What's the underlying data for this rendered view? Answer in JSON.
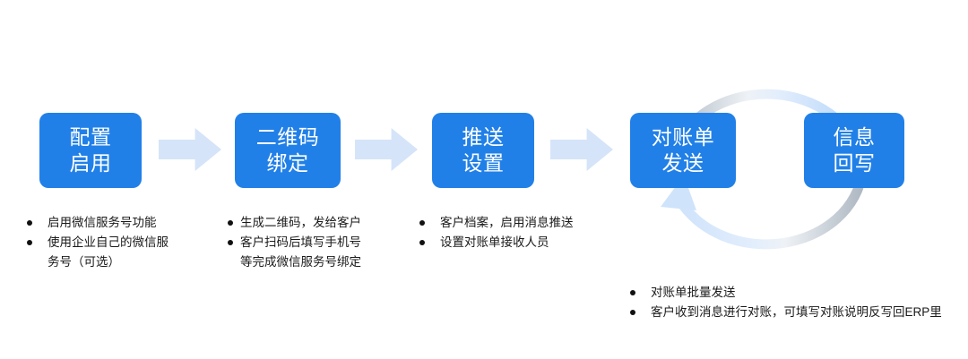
{
  "diagram": {
    "type": "process-flow-with-cycle",
    "background_color": "#ffffff",
    "accent_color": "#2180e8",
    "arrow_color": "#d5e4f9",
    "cycle_arc_gray": "#aeb8c2",
    "steps": [
      {
        "id": "step-1",
        "line1": "配置",
        "line2": "启用"
      },
      {
        "id": "step-2",
        "line1": "二维码",
        "line2": "绑定"
      },
      {
        "id": "step-3",
        "line1": "推送",
        "line2": "设置"
      },
      {
        "id": "step-4",
        "line1": "对账单",
        "line2": "发送"
      },
      {
        "id": "step-5",
        "line1": "信息",
        "line2": "回写"
      }
    ],
    "connectors": [
      {
        "id": "arrow-1-2",
        "shape": "block-arrow-right"
      },
      {
        "id": "arrow-2-3",
        "shape": "block-arrow-right"
      },
      {
        "id": "arrow-3-4",
        "shape": "block-arrow-right"
      },
      {
        "id": "cycle-top",
        "shape": "arc-arrow-clockwise-top"
      },
      {
        "id": "cycle-bottom",
        "shape": "arc-arrow-counterclockwise-bottom"
      }
    ],
    "bullet_groups": [
      {
        "id": "bullets-step-1",
        "items": [
          "启用微信服务号功能",
          "使用企业自己的微信服\n务号（可选）"
        ]
      },
      {
        "id": "bullets-step-2",
        "items": [
          "生成二维码，发给客户",
          "客户扫码后填写手机号\n等完成微信服务号绑定"
        ]
      },
      {
        "id": "bullets-step-3",
        "items": [
          "客户档案，启用消息推送",
          "设置对账单接收人员"
        ]
      },
      {
        "id": "bullets-cycle",
        "items": [
          "对账单批量发送",
          "客户收到消息进行对账，可填写对账说明反写回ERP里"
        ]
      }
    ]
  }
}
